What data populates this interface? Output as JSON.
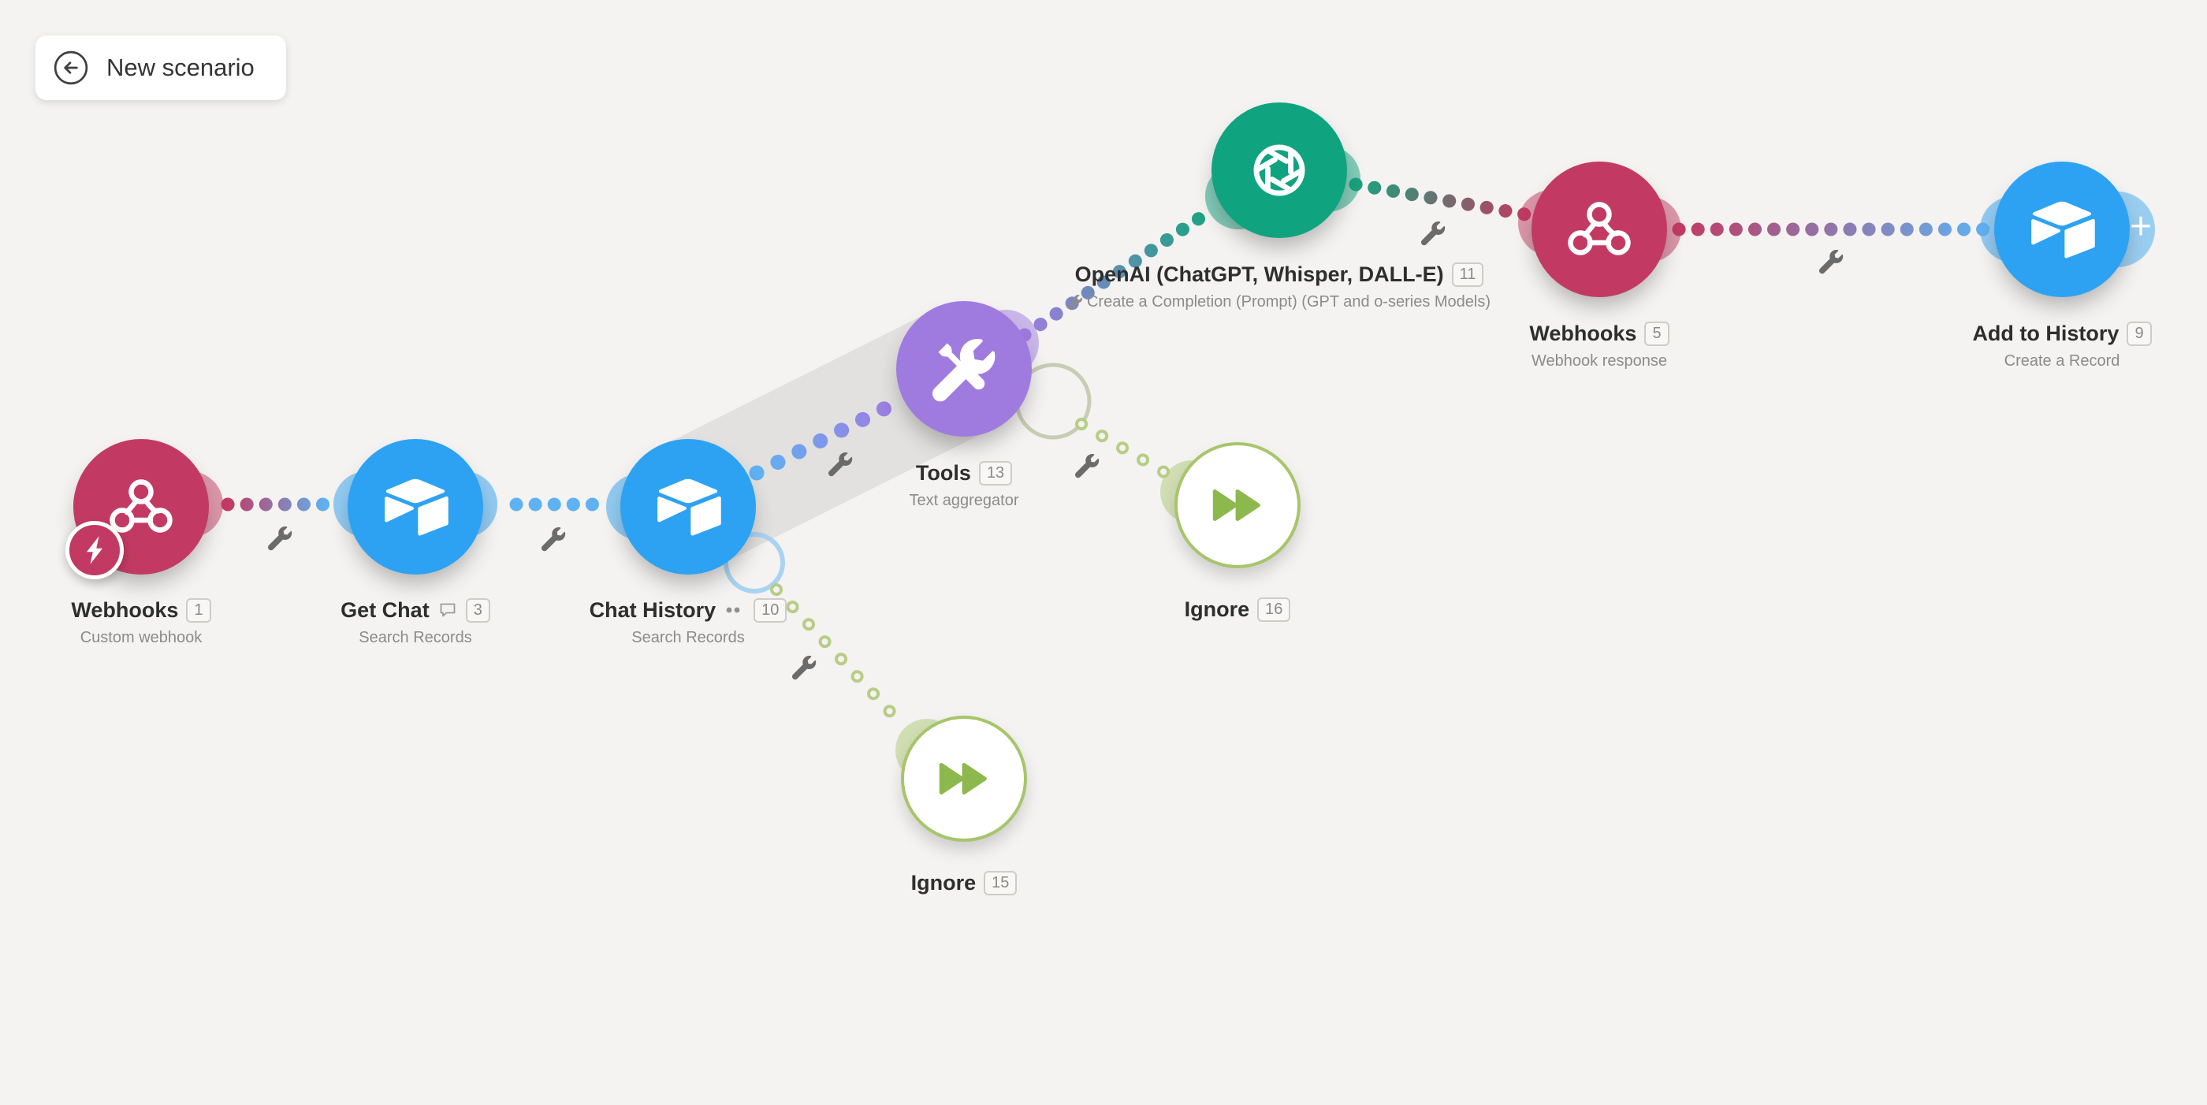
{
  "header": {
    "title": "New scenario"
  },
  "canvas": {
    "background": "#f4f3f1"
  },
  "colors": {
    "webhooks": "#c23a63",
    "airtable": "#2da2f2",
    "tools": "#9f7be0",
    "openai": "#10a37f",
    "ignore_border": "#a7c56a",
    "link_blue": "#5fb2f2",
    "link_green": "#b7cd86",
    "route_band": "#e2e1df"
  },
  "ui": {
    "plus": "+"
  },
  "icons": {
    "back": "back-arrow-icon",
    "wrench": "route-settings-wrench-icon",
    "webhook": "webhook-icon",
    "airtable": "airtable-box-icon",
    "tools": "crossed-tools-icon",
    "openai": "openai-logo-icon",
    "fast_forward": "fast-forward-icon",
    "lightning": "instant-trigger-lightning-icon",
    "comment": "comment-bubble-icon",
    "dots": "notes-dots-icon",
    "plus": "add-module-plus-icon"
  },
  "nodes": [
    {
      "id": "webhooks-1",
      "label": "Webhooks",
      "badge": "1",
      "subtitle": "Custom webhook",
      "color": "#c23a63",
      "icon": "webhook-icon"
    },
    {
      "id": "get-chat-3",
      "label": "Get Chat",
      "badge": "3",
      "subtitle": "Search Records",
      "color": "#2da2f2",
      "icon": "airtable-box-icon"
    },
    {
      "id": "chat-history-10",
      "label": "Chat History",
      "badge": "10",
      "subtitle": "Search Records",
      "color": "#2da2f2",
      "icon": "airtable-box-icon"
    },
    {
      "id": "tools-13",
      "label": "Tools",
      "badge": "13",
      "subtitle": "Text aggregator",
      "color": "#9f7be0",
      "icon": "crossed-tools-icon"
    },
    {
      "id": "openai-11",
      "label": "OpenAI (ChatGPT, Whisper, DALL-E)",
      "badge": "11",
      "subtitle": "Create a Completion (Prompt) (GPT and o-series Models)",
      "color": "#10a37f",
      "icon": "openai-logo-icon"
    },
    {
      "id": "webhooks-5",
      "label": "Webhooks",
      "badge": "5",
      "subtitle": "Webhook response",
      "color": "#c23a63",
      "icon": "webhook-icon"
    },
    {
      "id": "add-to-history-9",
      "label": "Add to History",
      "badge": "9",
      "subtitle": "Create a Record",
      "color": "#2da2f2",
      "icon": "airtable-box-icon"
    },
    {
      "id": "ignore-16",
      "label": "Ignore",
      "badge": "16",
      "subtitle": "",
      "color": "#a7c56a",
      "icon": "fast-forward-icon"
    },
    {
      "id": "ignore-15",
      "label": "Ignore",
      "badge": "15",
      "subtitle": "",
      "color": "#a7c56a",
      "icon": "fast-forward-icon"
    }
  ]
}
